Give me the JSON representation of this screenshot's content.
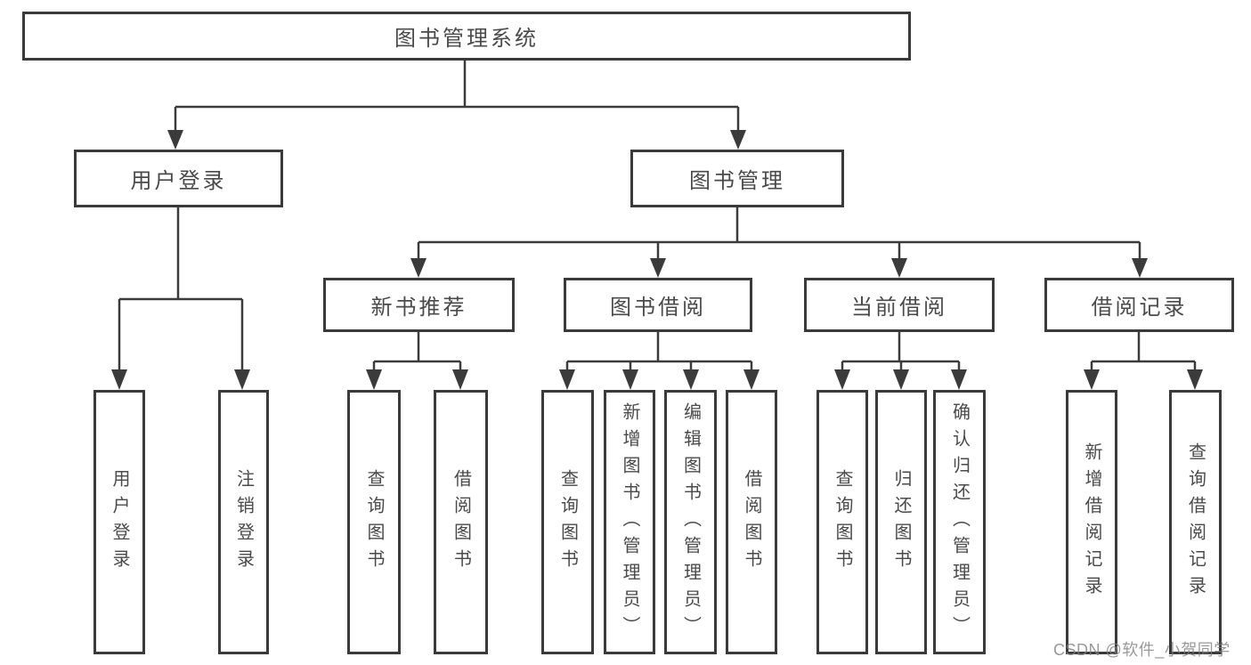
{
  "diagram": {
    "root": {
      "label": "图书管理系统"
    },
    "user_branch": {
      "label": "用户登录",
      "children": [
        {
          "label": "用户登录"
        },
        {
          "label": "注销登录"
        }
      ]
    },
    "book_branch": {
      "label": "图书管理",
      "groups": [
        {
          "label": "新书推荐",
          "children": [
            {
              "label": "查询图书"
            },
            {
              "label": "借阅图书"
            }
          ]
        },
        {
          "label": "图书借阅",
          "children": [
            {
              "label": "查询图书"
            },
            {
              "label": "新增图书（管理员）"
            },
            {
              "label": "编辑图书（管理员）"
            },
            {
              "label": "借阅图书"
            }
          ]
        },
        {
          "label": "当前借阅",
          "children": [
            {
              "label": "查询图书"
            },
            {
              "label": "归还图书"
            },
            {
              "label": "确认归还（管理员）"
            }
          ]
        },
        {
          "label": "借阅记录",
          "children": [
            {
              "label": "新增借阅记录"
            },
            {
              "label": "查询借阅记录"
            }
          ]
        }
      ]
    },
    "watermark": "CSDN @软件_小贺同学"
  },
  "colors": {
    "line": "#3b3b3b",
    "box_border": "#3a3a3a",
    "text": "#4a4a4a",
    "watermark": "#808080",
    "background": "#ffffff"
  }
}
